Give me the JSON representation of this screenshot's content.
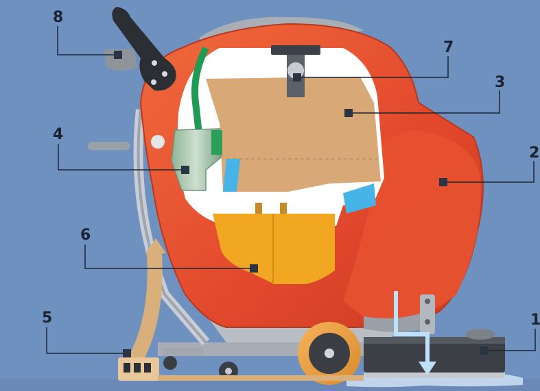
{
  "diagram": {
    "background_color": "#6f91c0",
    "body_color": "#e2482c",
    "tank_color": "#f2a722",
    "panel_color": "#d8a877",
    "callouts": [
      {
        "number": "1"
      },
      {
        "number": "2"
      },
      {
        "number": "3"
      },
      {
        "number": "4"
      },
      {
        "number": "5"
      },
      {
        "number": "6"
      },
      {
        "number": "7"
      },
      {
        "number": "8"
      }
    ]
  }
}
